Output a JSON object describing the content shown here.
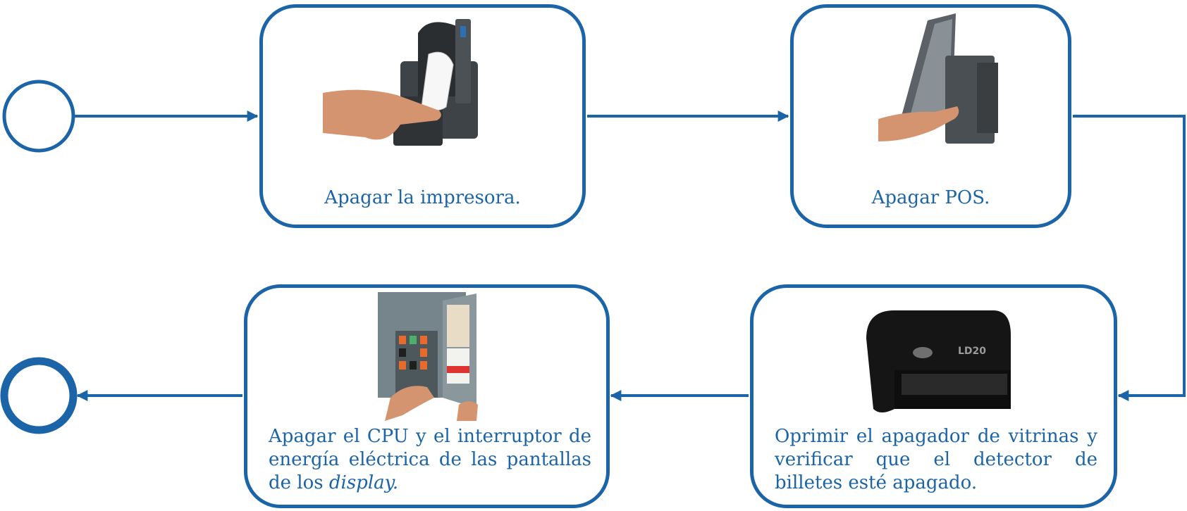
{
  "colors": {
    "accent": "#1b64a8"
  },
  "steps": [
    {
      "id": "printer",
      "label": "Apagar la impresora.",
      "image": "printer-photo"
    },
    {
      "id": "pos",
      "label": "Apagar POS.",
      "image": "pos-terminal-photo"
    },
    {
      "id": "detector",
      "label": "Oprimir el apagador de vitrinas y verificar que el detector de billetes esté apagado.",
      "image": "bill-detector-photo",
      "image_text": "LD20"
    },
    {
      "id": "breaker",
      "label_main": "Apagar el CPU y el interruptor de energía eléctrica de las pantallas de los ",
      "label_emph": "display.",
      "image": "breaker-panel-photo"
    }
  ]
}
